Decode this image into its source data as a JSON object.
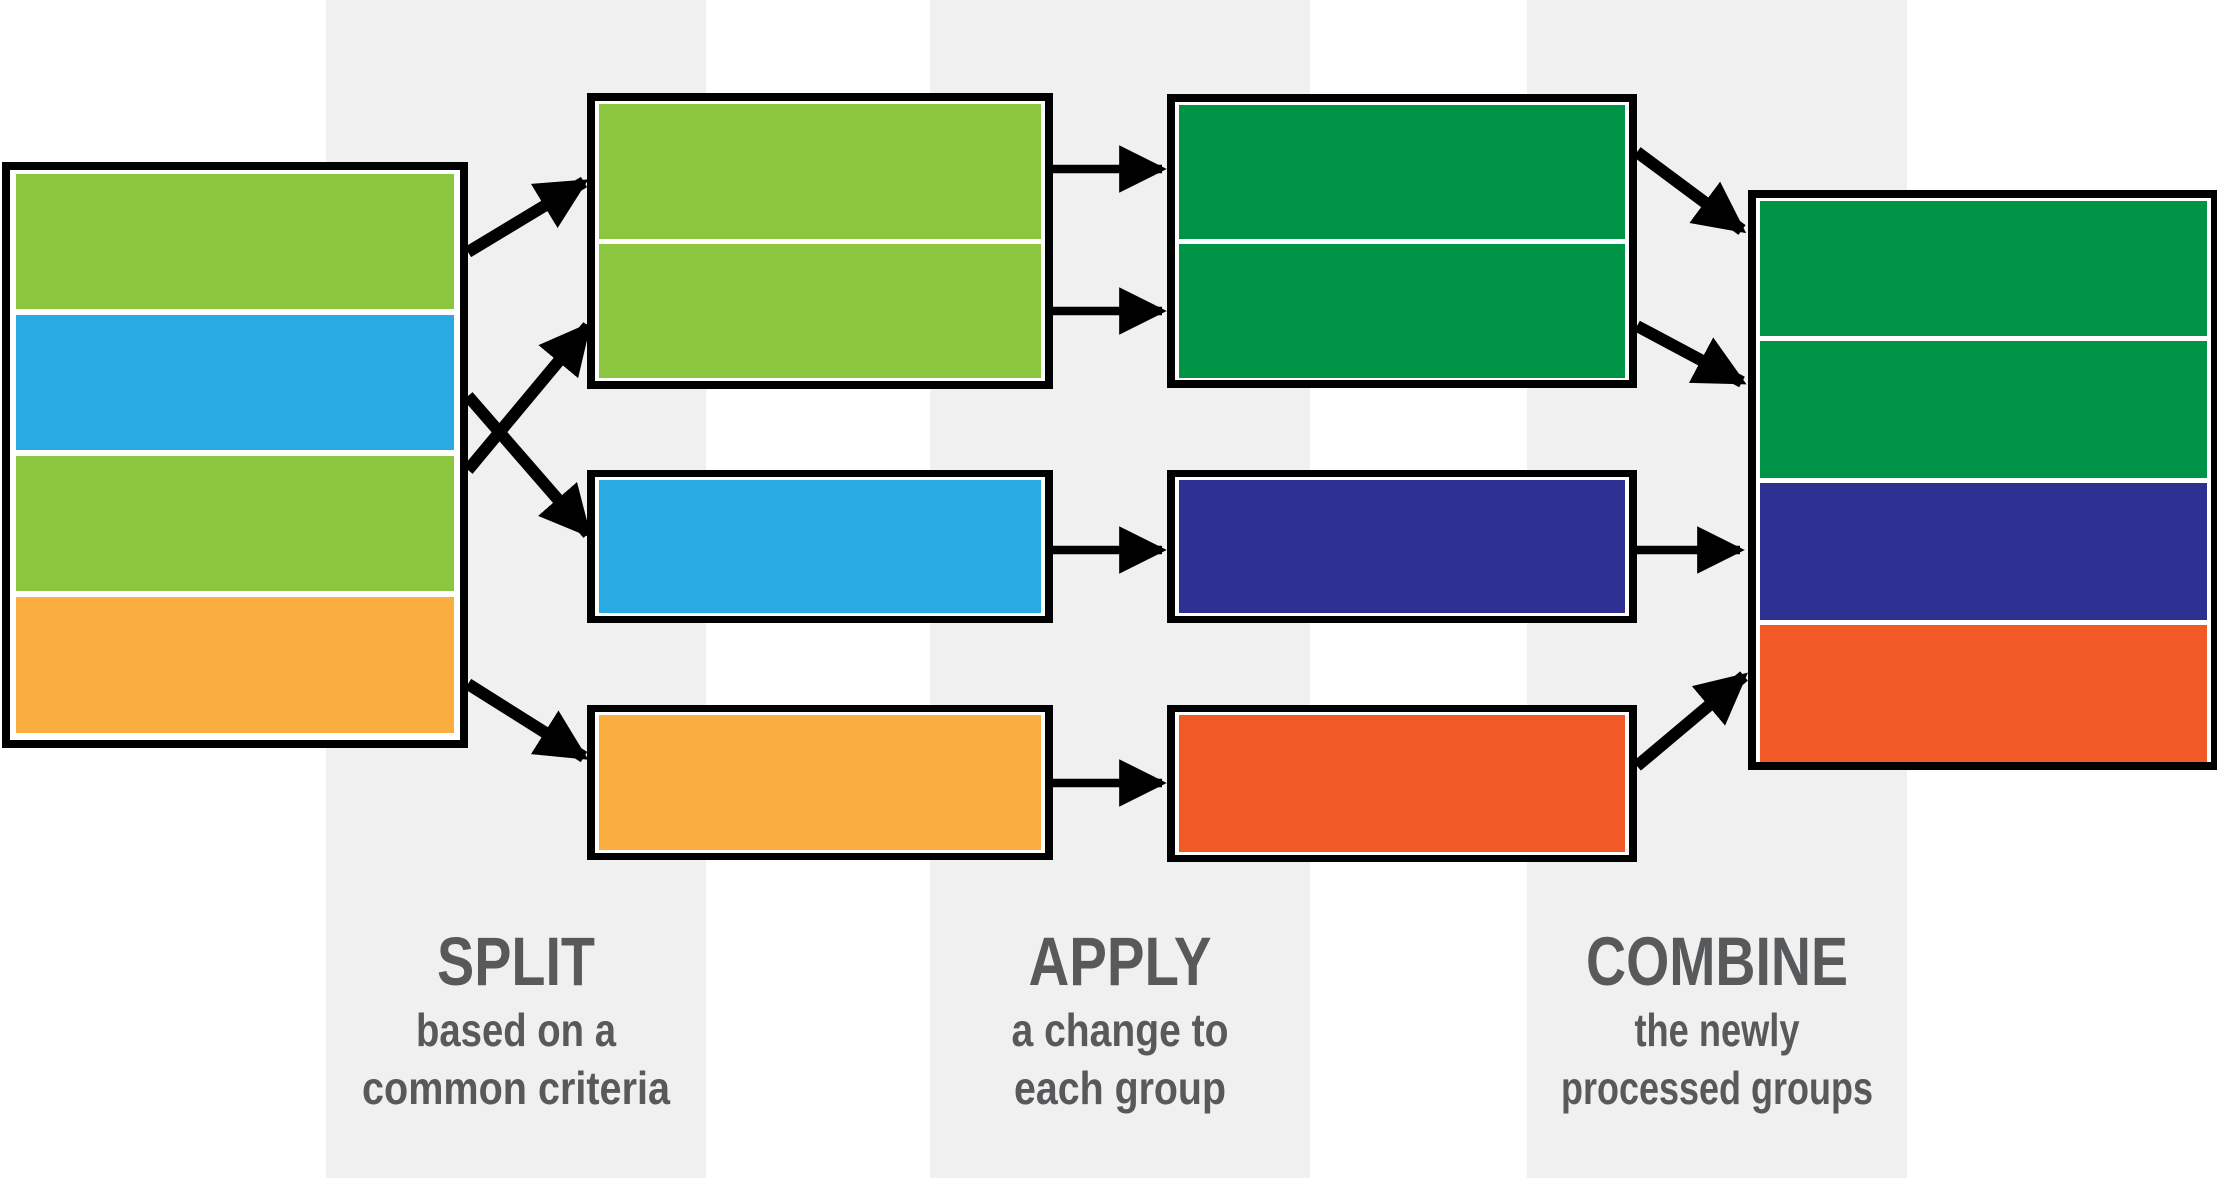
{
  "title": "Split-Apply-Combine diagram",
  "colors": {
    "light_green": "#8CC63F",
    "blue": "#29ABE2",
    "orange": "#FAAE40",
    "dark_green": "#009446",
    "navy": "#2E3192",
    "red_orange": "#F15A27",
    "band_gray": "#F0F0F0",
    "text_gray": "#58595B",
    "arrow": "#000000",
    "box_border": "#000000",
    "box_inset": "#FFFFFF"
  },
  "source_table": {
    "description": "original data table",
    "rows": [
      "light_green",
      "blue",
      "light_green",
      "orange"
    ]
  },
  "split_groups": [
    {
      "rows": [
        "light_green",
        "light_green"
      ]
    },
    {
      "rows": [
        "blue"
      ]
    },
    {
      "rows": [
        "orange"
      ]
    }
  ],
  "apply_groups": [
    {
      "rows": [
        "dark_green",
        "dark_green"
      ]
    },
    {
      "rows": [
        "navy"
      ]
    },
    {
      "rows": [
        "red_orange"
      ]
    }
  ],
  "combine_table": {
    "description": "recombined result table",
    "rows": [
      "dark_green",
      "dark_green",
      "navy",
      "red_orange"
    ]
  },
  "stages": [
    {
      "heading": "SPLIT",
      "subtitle": [
        "based on a",
        "common criteria"
      ]
    },
    {
      "heading": "APPLY",
      "subtitle": [
        "a change to",
        "each group"
      ]
    },
    {
      "heading": "COMBINE",
      "subtitle": [
        "the newly",
        "processed groups"
      ]
    }
  ]
}
